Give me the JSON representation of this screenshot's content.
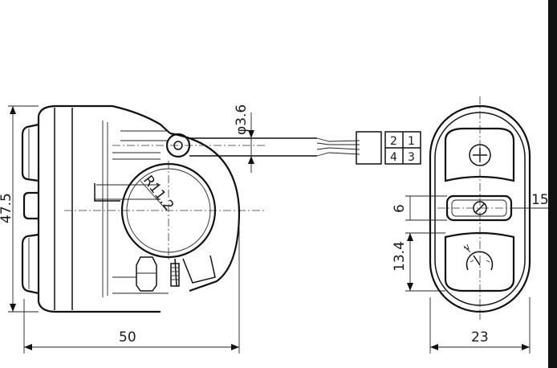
{
  "dimensions": {
    "height_total": "47.5",
    "width_total": "50",
    "cable_diameter": "φ3.6",
    "clamp_radius": "R11.2",
    "end_view_width": "23",
    "middle_button_height": "6",
    "middle_offset": "15",
    "bottom_button_height": "13.4"
  },
  "connector_pins": [
    "2",
    "1",
    "4",
    "3"
  ],
  "buttons": [
    {
      "name": "plus-button",
      "symbol": "plus-icon"
    },
    {
      "name": "middle-button",
      "symbol": "slash-circle-icon"
    },
    {
      "name": "speedometer-button",
      "symbol": "speedometer-icon"
    }
  ]
}
